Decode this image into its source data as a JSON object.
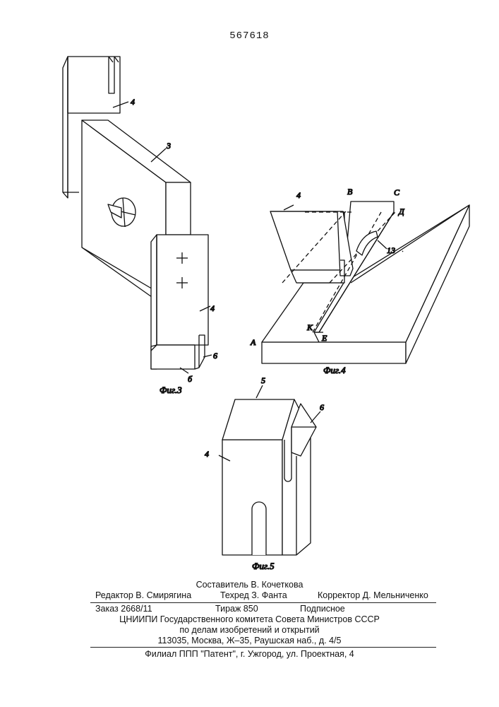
{
  "header": {
    "patent_number": "567618"
  },
  "figures": {
    "fig3": {
      "caption": "Фиг.3",
      "labels": [
        "4",
        "3",
        "4",
        "6",
        "б"
      ]
    },
    "fig4": {
      "caption": "Фиг.4",
      "labels": [
        "4",
        "В",
        "С",
        "Д",
        "13",
        "А",
        "К",
        "Е"
      ]
    },
    "fig5": {
      "caption": "Фиг.5",
      "labels": [
        "5",
        "6",
        "4"
      ]
    }
  },
  "imprint": {
    "compiler": "Составитель В. Кочеткова",
    "editor": "Редактор В. Смирягина",
    "techeditor": "Техред З. Фанта",
    "corrector": "Корректор Д. Мельниченко",
    "order": "Заказ 2668/11",
    "circulation": "Тираж 850",
    "subscription": "Подписное",
    "org_line1": "ЦНИИПИ Государственного комитета Совета Министров СССР",
    "org_line2": "по делам изобретений и открытий",
    "address": "113035, Москва, Ж–35, Раушская наб., д. 4/5",
    "branch": "Филиал ППП \"Патент\", г. Ужгород, ул. Проектная, 4"
  }
}
